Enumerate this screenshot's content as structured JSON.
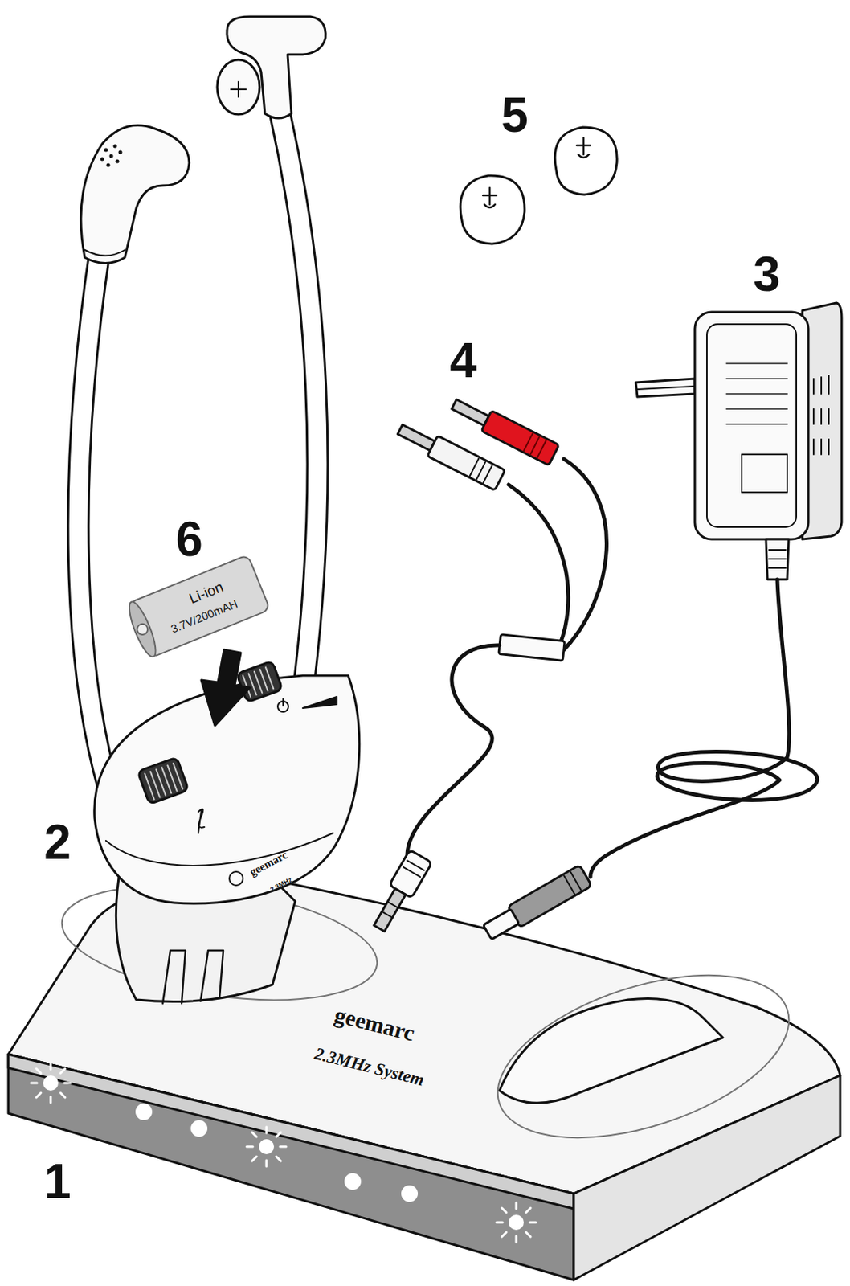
{
  "diagram": {
    "labels": [
      "5",
      "3",
      "4",
      "6",
      "Li-ion",
      "3.7V/200mAH",
      "2",
      "geemarc",
      "2.3MHz",
      "geemarc",
      "2.3MHz System",
      "1"
    ]
  }
}
